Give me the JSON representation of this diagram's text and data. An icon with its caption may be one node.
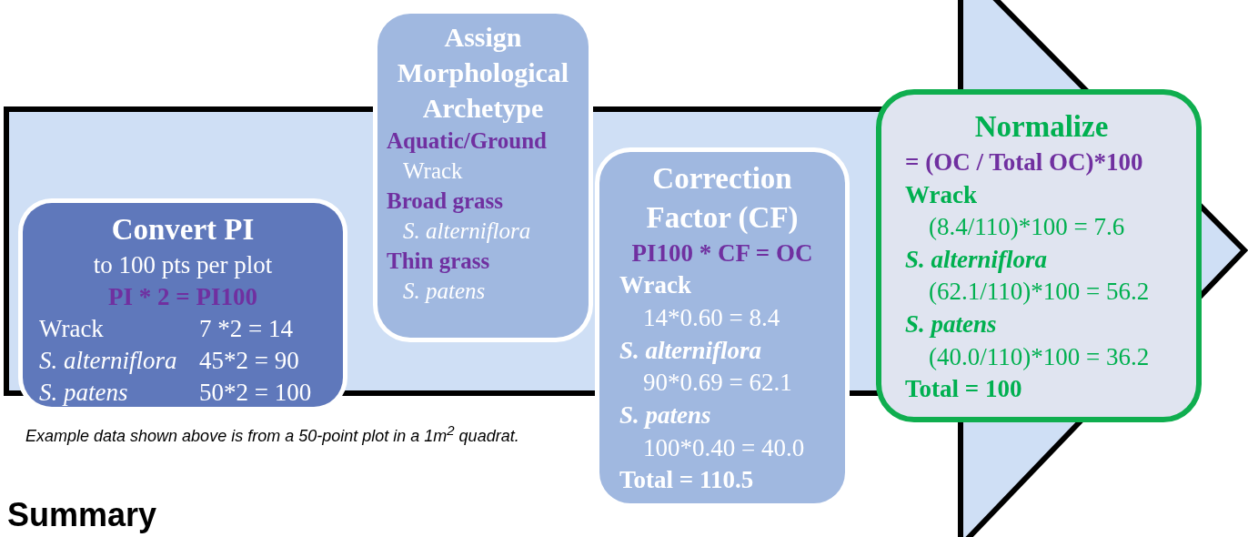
{
  "diagram": {
    "nodes": [
      {
        "text": [
          "Convert PI",
          "to 100 pts per plot",
          "PI * 2 = PI100",
          "Wrack",
          "7 *2 = 14",
          "S. alterniflora",
          "45*2 = 90",
          "S. patens",
          "50*2 = 100"
        ]
      },
      {
        "text": [
          "Assign Morphological Archetype",
          "Aquatic/Ground",
          "Wrack",
          "Broad grass",
          "S. alterniflora",
          "Thin grass",
          "S. patens"
        ]
      },
      {
        "text": [
          "Correction Factor (CF)",
          "PI100 * CF = OC",
          "Wrack",
          "14*0.60 = 8.4",
          "S. alterniflora",
          "90*0.69 = 62.1",
          "S. patens",
          "100*0.40 = 40.0",
          "Total = 110.5"
        ]
      },
      {
        "text": [
          "Normalize",
          "= (OC / Total OC)*100",
          "Wrack",
          "(8.4/110)*100 = 7.6",
          "S. alterniflora",
          "(62.1/110)*100 = 56.2",
          "S. patens",
          "(40.0/110)*100 = 36.2",
          "Total = 100"
        ]
      }
    ],
    "labels": [
      "Example data shown above is from a 50-point plot in a 1m$^{2}$ quadrat.",
      "Summary"
    ]
  }
}
